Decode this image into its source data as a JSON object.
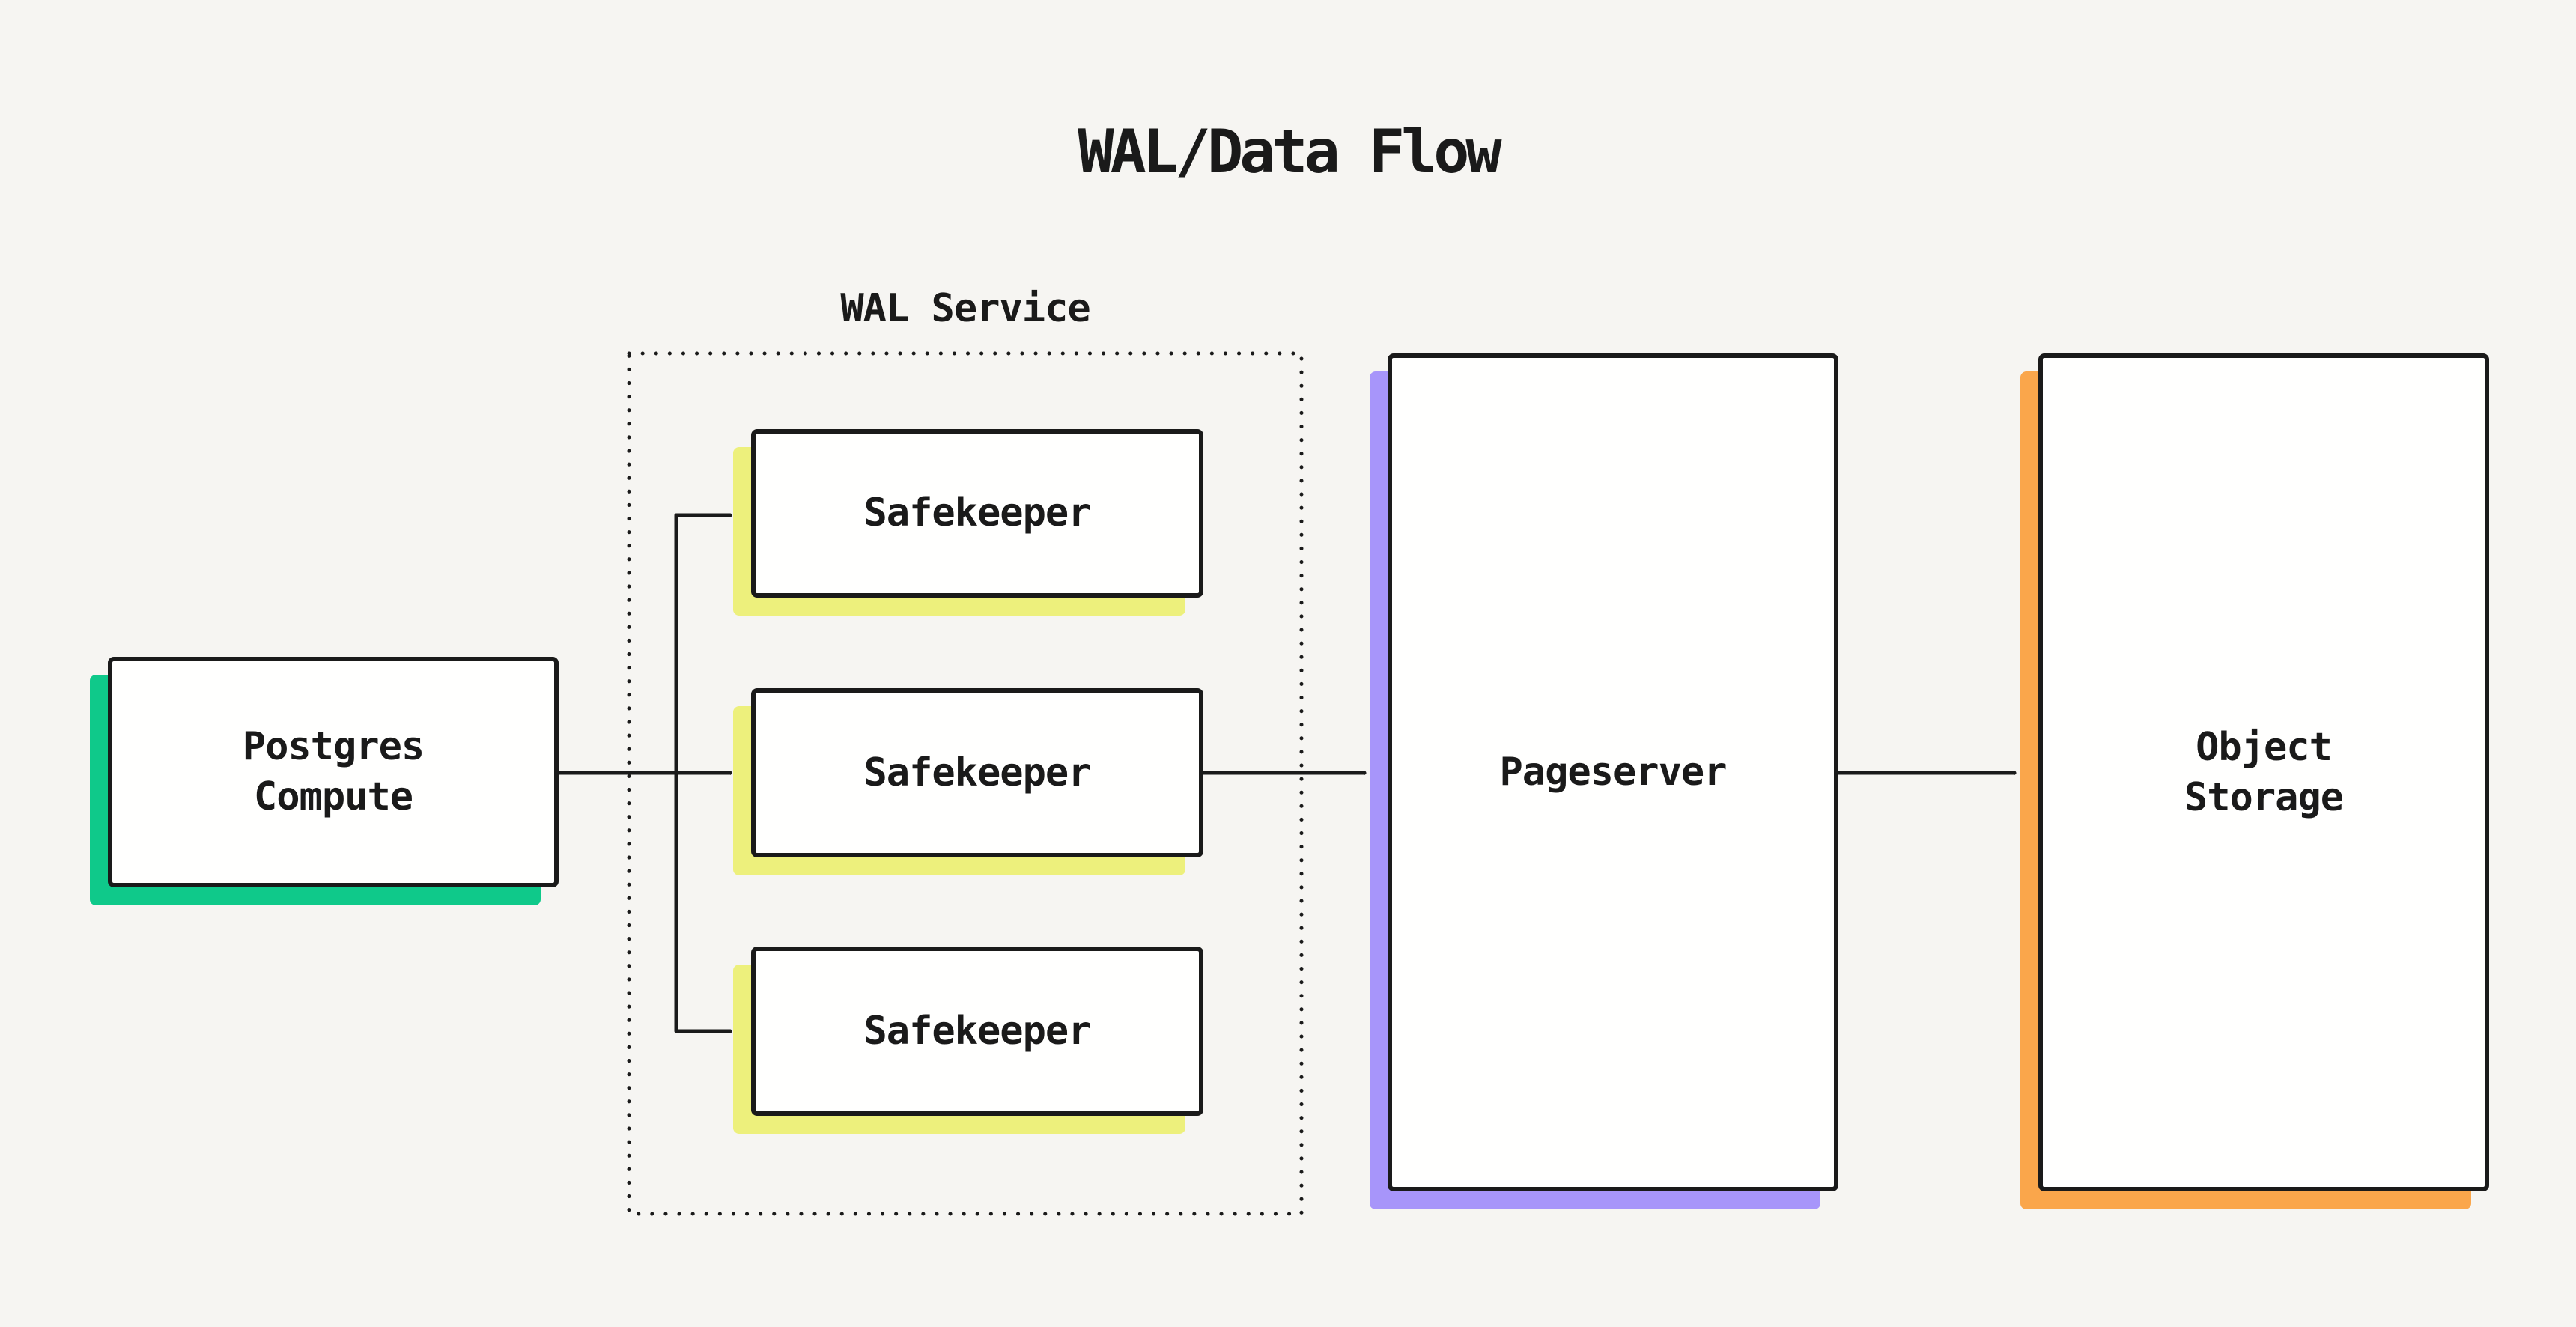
{
  "title": "WAL/Data Flow",
  "group": {
    "id": "wal-service",
    "label": "WAL Service"
  },
  "nodes": {
    "postgres_compute": {
      "label": "Postgres\nCompute",
      "accent": "#0fc98a"
    },
    "safekeeper_1": {
      "label": "Safekeeper",
      "accent": "#edf07c"
    },
    "safekeeper_2": {
      "label": "Safekeeper",
      "accent": "#edf07c"
    },
    "safekeeper_3": {
      "label": "Safekeeper",
      "accent": "#edf07c"
    },
    "pageserver": {
      "label": "Pageserver",
      "accent": "#a795fa"
    },
    "object_storage": {
      "label": "Object\nStorage",
      "accent": "#faa64b"
    }
  },
  "edges": [
    {
      "from": "postgres_compute",
      "to": "safekeeper_1"
    },
    {
      "from": "postgres_compute",
      "to": "safekeeper_2"
    },
    {
      "from": "postgres_compute",
      "to": "safekeeper_3"
    },
    {
      "from": "safekeeper_2",
      "to": "pageserver"
    },
    {
      "from": "pageserver",
      "to": "object_storage"
    }
  ],
  "colors": {
    "background": "#f6f5f2",
    "ink": "#1a1a1a",
    "box_fill": "#fffffe",
    "green": "#0fc98a",
    "yellow": "#edf07c",
    "purple": "#a795fa",
    "orange": "#faa64b"
  }
}
